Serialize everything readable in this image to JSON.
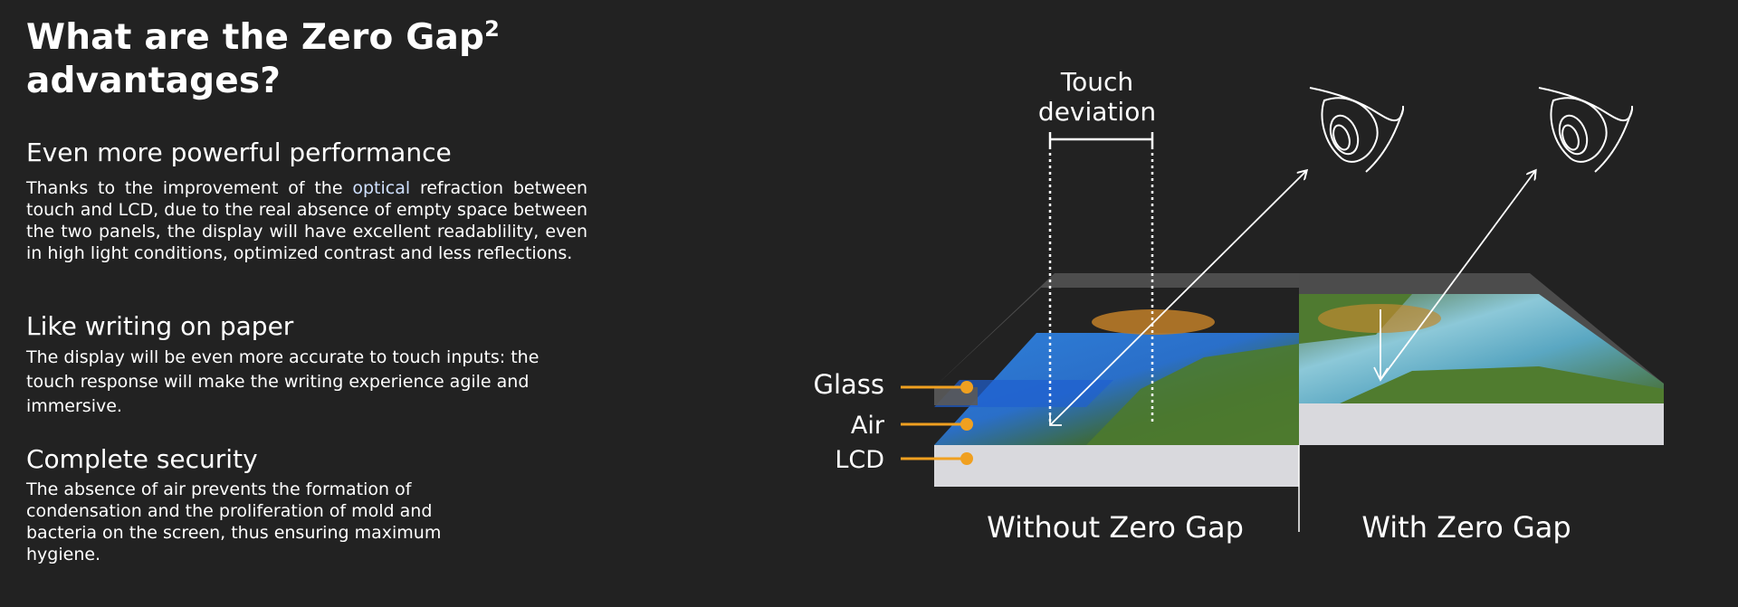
{
  "heading": {
    "line1": "What are the Zero Gap",
    "sup": "2",
    "line2": "advantages?"
  },
  "sections": [
    {
      "title": "Even more powerful performance",
      "text_before": "Thanks to the improvement of the ",
      "highlight": "optical",
      "text_after": " refraction between touch and LCD, due to the real absence of empty space between the two panels, the display will have excellent readablility, even in high light conditions, optimized contrast and less reflections."
    },
    {
      "title": "Like writing on paper",
      "text": "The display will be even more accurate to touch inputs: the touch response will make the writing experience agile and immersive."
    },
    {
      "title": "Complete security",
      "text": "The absence of air prevents the formation of condensation and the proliferation of mold and bacteria on the screen, thus ensuring maximum hygiene."
    }
  ],
  "diagram": {
    "touch_line1": "Touch",
    "touch_line2": "deviation",
    "layer_glass": "Glass",
    "layer_air": "Air",
    "layer_lcd": "LCD",
    "caption_without": "Without Zero Gap",
    "caption_with": "With Zero Gap",
    "accent_color": "#f0a020"
  }
}
